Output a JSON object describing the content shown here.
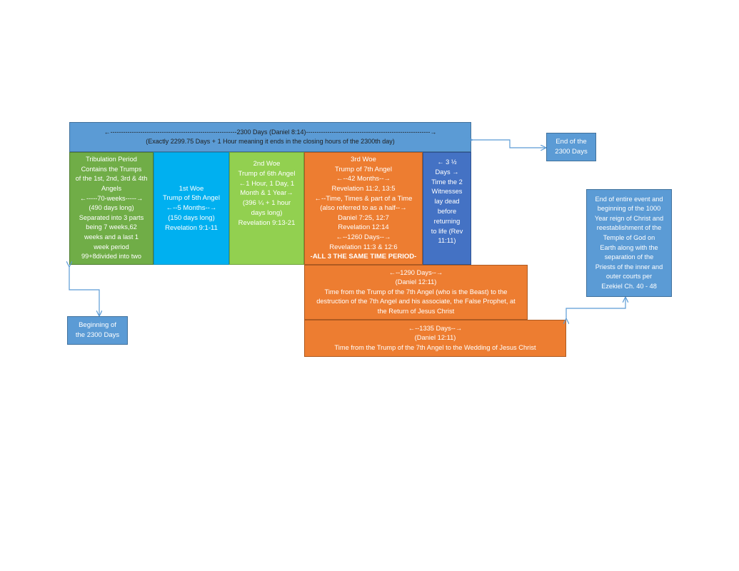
{
  "colors": {
    "header_blue": "#5b9bd5",
    "tribulation_green": "#70ad47",
    "woe1_cyan": "#00b0f0",
    "woe2_lime": "#92d050",
    "woe3_orange": "#ed7d31",
    "witnesses_blue": "#4472c4",
    "connector": "#5b9bd5"
  },
  "header": {
    "line1": "←-----------------------------------------------------------2300 Days (Daniel 8:14)----------------------------------------------------------→",
    "line2": "(Exactly 2299.75 Days + 1 Hour meaning it ends in the closing hours of the 2300th day)"
  },
  "tribulation": {
    "lines": [
      "Tribulation Period",
      "Contains the Trumps",
      "of the 1st, 2nd, 3rd & 4th",
      "Angels",
      "←-----70-weeks-----→",
      "(490 days long)",
      "Separated into 3 parts",
      "being 7 weeks,62",
      "weeks and a last 1",
      "week period",
      "99+8divided into two"
    ]
  },
  "woe1": {
    "lines": [
      "1st Woe",
      "Trump of 5th Angel",
      "←--5 Months--→",
      "(150 days long)",
      "Revelation 9:1-11"
    ]
  },
  "woe2": {
    "lines": [
      "2nd Woe",
      "Trump of 6th Angel",
      "←1 Hour, 1 Day, 1",
      "Month & 1 Year→",
      "(396 ¼ + 1 hour",
      "days long)",
      "Revelation 9:13-21"
    ]
  },
  "woe3": {
    "lines": [
      "3rd Woe",
      "Trump of 7th Angel",
      "←--42 Months--→",
      "Revelation 11:2, 13:5",
      "←--Time, Times & part of a Time",
      "(also referred to as a half--→",
      "Daniel 7:25, 12:7",
      "Revelation 12:14",
      "←--1260 Days--→",
      "Revelation 11:3 & 12:6",
      "-ALL 3 THE SAME TIME PERIOD-"
    ]
  },
  "witnesses": {
    "lines": [
      "← 3 ½",
      "Days →",
      "Time the 2",
      "Witnesses",
      "lay dead",
      "before",
      "returning",
      "to life (Rev",
      "11:11)"
    ]
  },
  "days1290": {
    "lines": [
      "←--1290 Days--→",
      "(Daniel 12:11)",
      "Time from the Trump of the 7th Angel (who is the Beast) to the",
      "destruction of the 7th Angel and his associate, the False Prophet, at",
      "the Return of Jesus Christ"
    ]
  },
  "days1335": {
    "lines": [
      "←--1335 Days--→",
      "(Daniel 12:11)",
      "Time from the Trump of the 7th Angel to the Wedding of Jesus Christ"
    ]
  },
  "end_2300": {
    "lines": [
      "End of the",
      "2300 Days"
    ]
  },
  "beginning_2300": {
    "lines": [
      "Beginning of",
      "the 2300 Days"
    ]
  },
  "end_event": {
    "lines": [
      "End of entire event and",
      "beginning of the 1000",
      "Year reign of Christ and",
      "reestablishment of the",
      "Temple of God on",
      "Earth along with the",
      "separation of the",
      "Priests of the inner and",
      "outer courts per",
      "Ezekiel Ch. 40 - 48"
    ]
  }
}
